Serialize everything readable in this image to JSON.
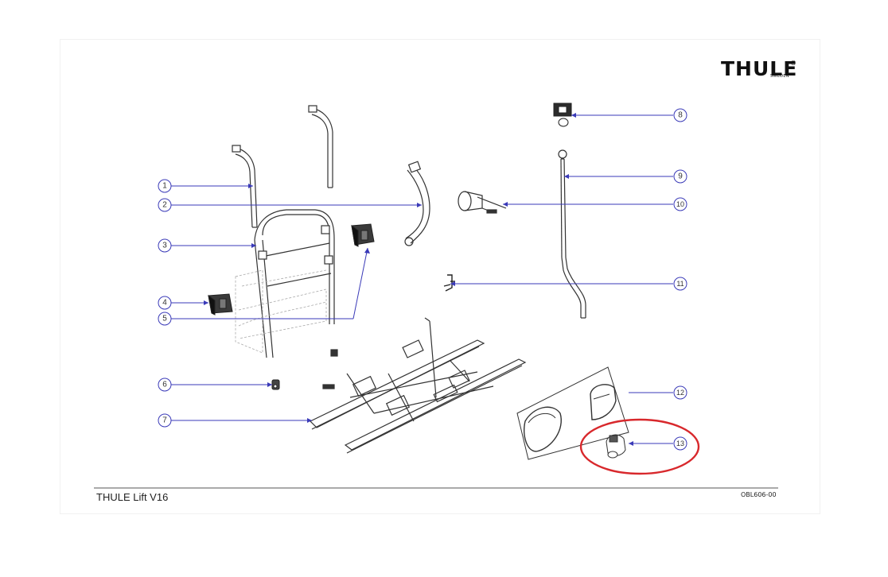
{
  "brand": {
    "logo_text": "THULE",
    "logo_mark": "®",
    "logo_sub": "SWEDEN"
  },
  "footer": {
    "title": "THULE Lift V16",
    "doc_code": "OBL606-00"
  },
  "callouts": [
    "1",
    "2",
    "3",
    "4",
    "5",
    "6",
    "7",
    "8",
    "9",
    "10",
    "11",
    "12",
    "13"
  ],
  "colors": {
    "leader_line": "#3a3ab8",
    "highlight_ellipse": "#d8282c",
    "drawing_ink": "#333333"
  }
}
